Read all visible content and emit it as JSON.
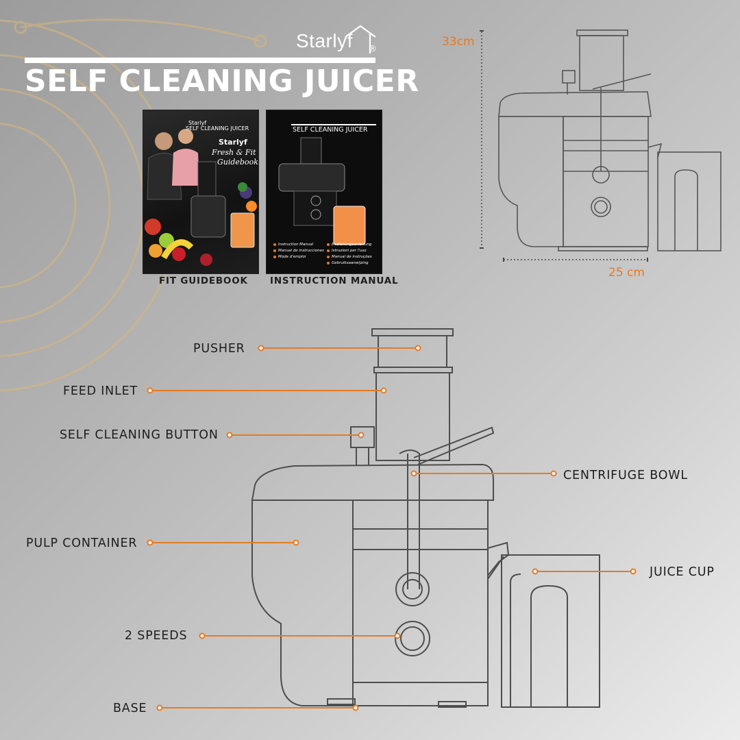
{
  "header": {
    "brand": "Starlyf",
    "brand_mark": "®",
    "title": "SELF CLEANING JUICER"
  },
  "books": [
    {
      "caption": "FIT GUIDEBOOK",
      "cover_brand": "Starlyf",
      "cover_product": "SELF CLEANING JUICER",
      "cover_line1": "Starlyf",
      "cover_line2": "Fresh & Fit",
      "cover_line3": "Guidebook"
    },
    {
      "caption": "INSTRUCTION MANUAL",
      "cover_product": "SELF CLEANING JUICER",
      "languages": [
        "Instruction Manual",
        "Manual de instrucciones",
        "Mode d'emploi",
        "Bedienungsanleitung",
        "Istruzioni per l'uso",
        "Manual de instruções",
        "Gebruiksaanwijzing"
      ]
    }
  ],
  "dimensions": {
    "height": "33cm",
    "width": "25 cm"
  },
  "callouts": {
    "pusher": "PUSHER",
    "feed_inlet": "FEED INLET",
    "self_cleaning_button": "SELF CLEANING BUTTON",
    "centrifuge_bowl": "CENTRIFUGE BOWL",
    "pulp_container": "PULP CONTAINER",
    "juice_cup": "JUICE CUP",
    "speeds": "2 SPEEDS",
    "base": "BASE"
  },
  "colors": {
    "accent": "#e67a22",
    "text": "#1e1e1e",
    "title": "#ffffff",
    "outline": "#555555"
  }
}
